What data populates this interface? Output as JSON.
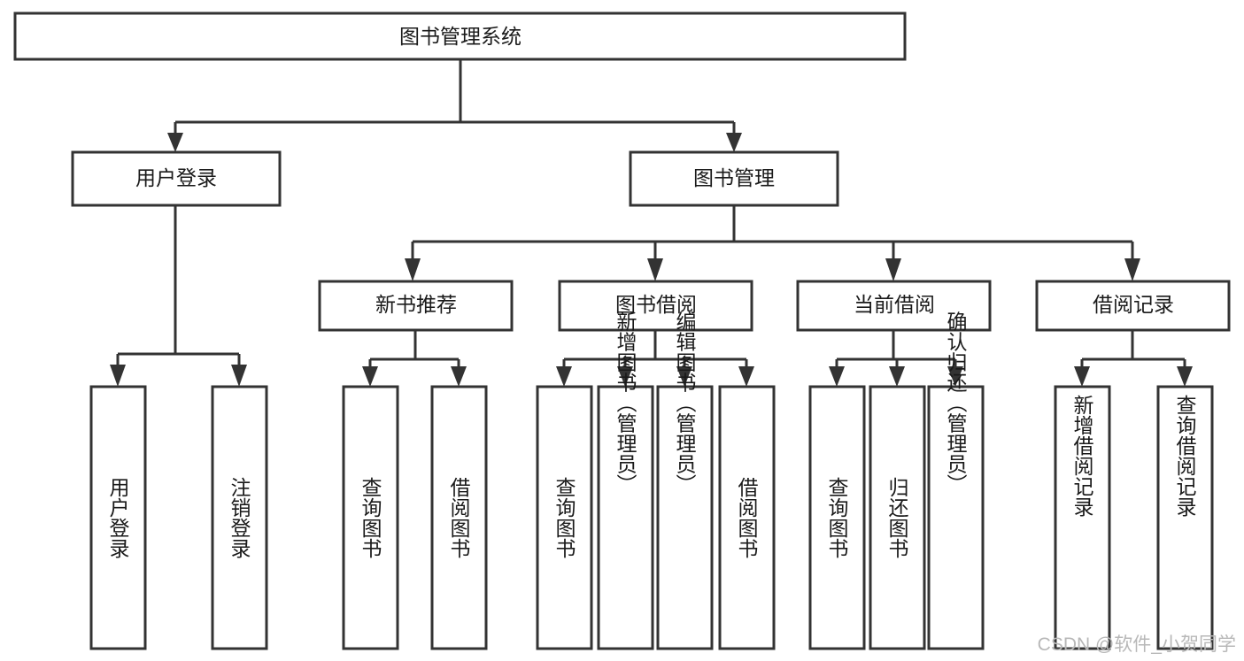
{
  "diagram": {
    "type": "tree-hierarchy-chart",
    "title": "图书管理系统",
    "orientation": "top-down",
    "colors": {
      "box_fill": "#ffffff",
      "box_stroke": "#333333",
      "text": "#1a1a1a",
      "watermark": "#b8b8b8",
      "background": "#ffffff"
    },
    "root": {
      "label": "图书管理系统"
    },
    "level2": [
      {
        "label": "用户登录"
      },
      {
        "label": "图书管理"
      }
    ],
    "level3": [
      {
        "label": "新书推荐"
      },
      {
        "label": "图书借阅"
      },
      {
        "label": "当前借阅"
      },
      {
        "label": "借阅记录"
      }
    ],
    "leaves": {
      "user_login": [
        {
          "label": "用户登录"
        },
        {
          "label": "注销登录"
        }
      ],
      "new_book_recommend": [
        {
          "label": "查询图书"
        },
        {
          "label": "借阅图书"
        }
      ],
      "book_borrow": [
        {
          "label": "查询图书"
        },
        {
          "label": "新增图书（管理员）"
        },
        {
          "label": "编辑图书（管理员）"
        },
        {
          "label": "借阅图书"
        }
      ],
      "current_borrow": [
        {
          "label": "查询图书"
        },
        {
          "label": "归还图书"
        },
        {
          "label": "确认归还（管理员）"
        }
      ],
      "borrow_record": [
        {
          "label": "新增借阅记录"
        },
        {
          "label": "查询借阅记录"
        }
      ]
    }
  },
  "watermark": {
    "text": "CSDN @软件_小贺同学"
  }
}
